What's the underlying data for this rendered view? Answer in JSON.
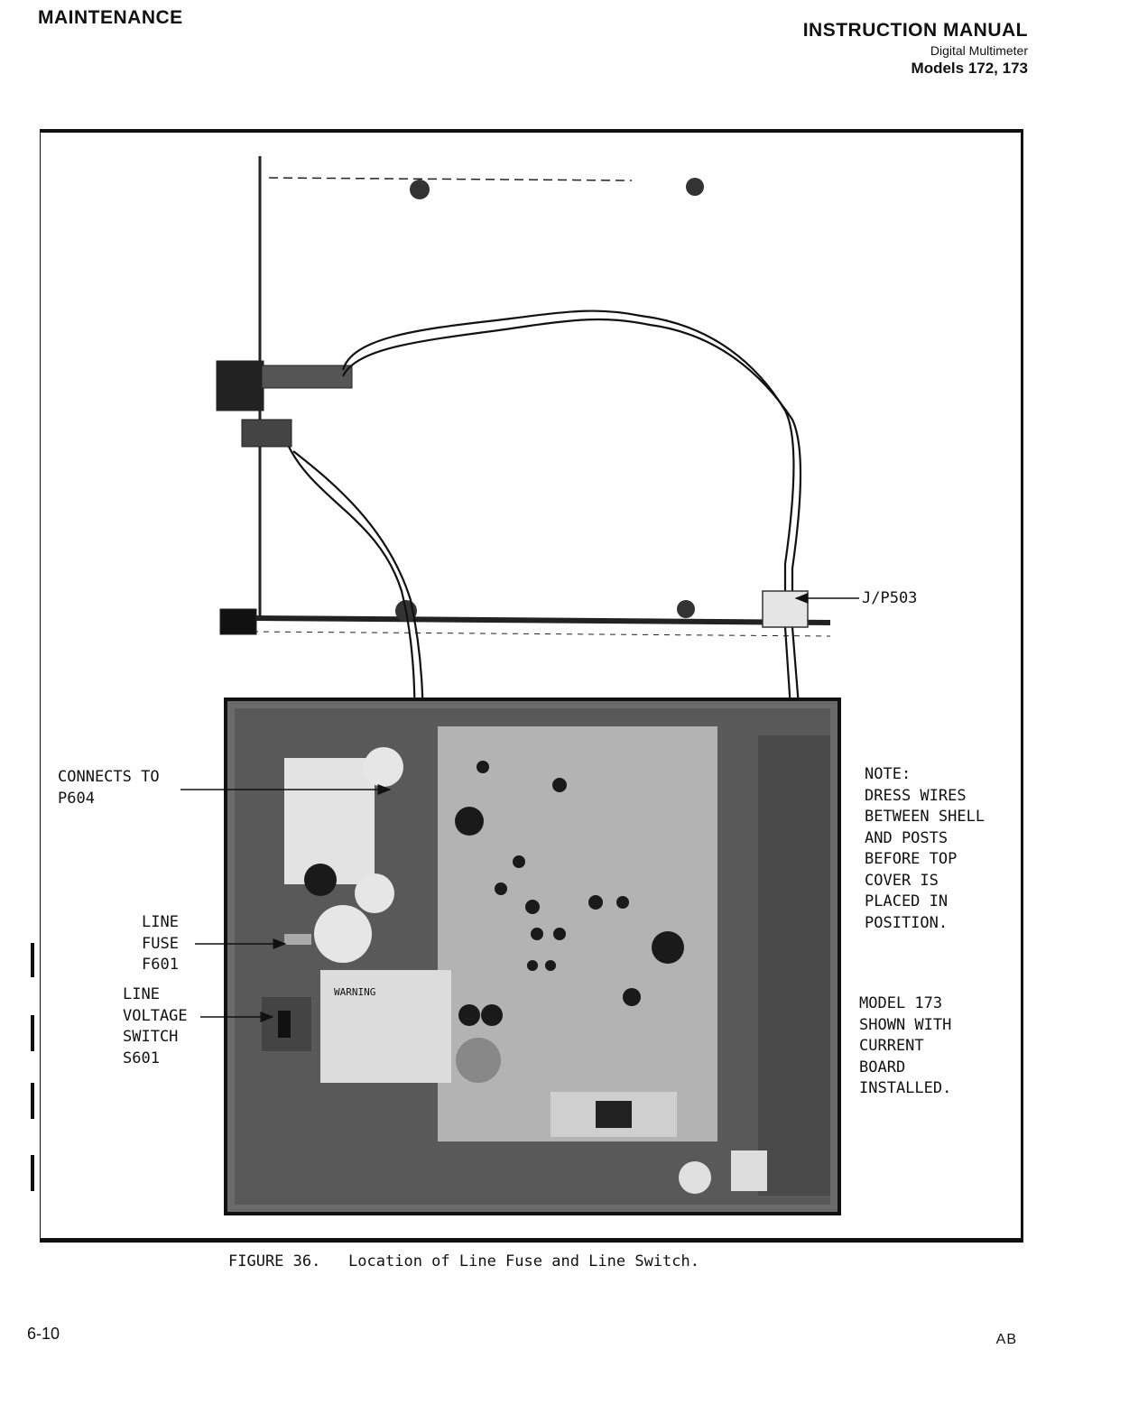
{
  "header": {
    "section": "MAINTENANCE",
    "manual": "INSTRUCTION MANUAL",
    "product": "Digital Multimeter",
    "models": "Models 172, 173"
  },
  "figure": {
    "labels": {
      "jp503": "J/P503",
      "connects": [
        "CONNECTS TO",
        "P604"
      ],
      "line_fuse": [
        "LINE",
        "FUSE",
        "F601"
      ],
      "line_voltage": [
        "LINE",
        "VOLTAGE",
        "SWITCH",
        "S601"
      ],
      "note": [
        "NOTE:",
        "DRESS WIRES",
        "BETWEEN SHELL",
        "AND POSTS",
        "BEFORE TOP",
        "COVER IS",
        "PLACED IN",
        "POSITION."
      ],
      "model": [
        "MODEL 173",
        "SHOWN WITH",
        "CURRENT",
        "BOARD",
        "INSTALLED."
      ],
      "warning": "WARNING"
    },
    "caption": "FIGURE 36.   Location of Line Fuse and Line Switch."
  },
  "footer": {
    "page": "6-10",
    "revision": "AB"
  }
}
